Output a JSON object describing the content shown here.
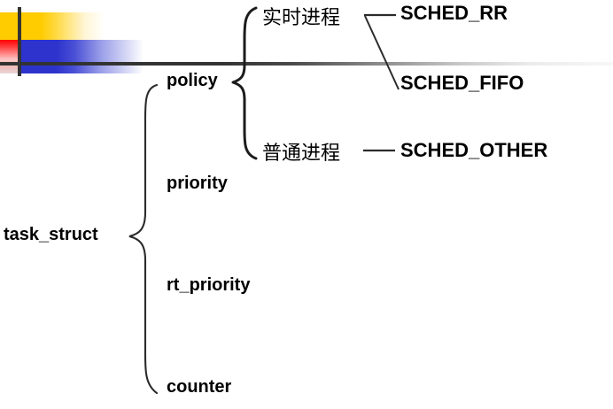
{
  "slide": {
    "title_structure": "task_struct",
    "decoration": {
      "name": "mondrian-corner-motif",
      "colors": {
        "gold": "#FFCC00",
        "blue": "#2D33CC",
        "red": "#FF0000",
        "rule": "#333333",
        "background": "#FFFFFF"
      }
    }
  },
  "diagram": {
    "root": {
      "label": "task_struct"
    },
    "fields": [
      {
        "label": "policy"
      },
      {
        "label": "priority"
      },
      {
        "label": "rt_priority"
      },
      {
        "label": "counter"
      }
    ],
    "policy_branches": [
      {
        "category": "实时进程",
        "policies": [
          {
            "label": "SCHED_RR"
          },
          {
            "label": "SCHED_FIFO"
          }
        ]
      },
      {
        "category": "普通进程",
        "policies": [
          {
            "label": "SCHED_OTHER"
          }
        ]
      }
    ],
    "policy_values": {
      "sched_rr": "SCHED_RR",
      "sched_fifo": "SCHED_FIFO",
      "sched_other": "SCHED_OTHER"
    },
    "categories": {
      "realtime": "实时进程",
      "normal": "普通进程"
    }
  }
}
